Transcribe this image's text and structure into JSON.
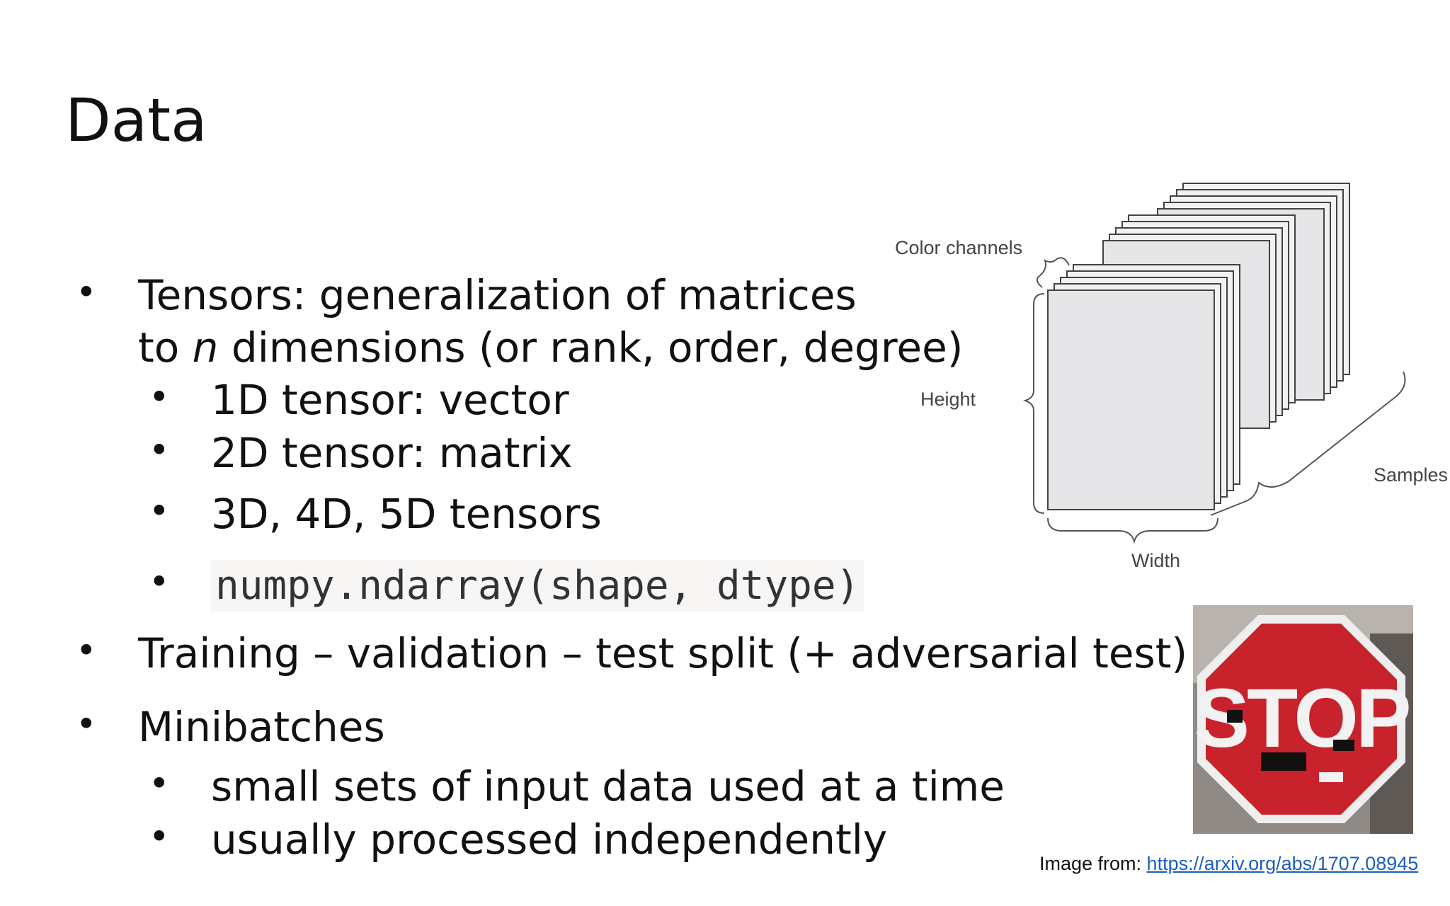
{
  "title": "Data",
  "bullets": {
    "tensors_line1": "Tensors: generalization of matrices",
    "tensors_line2_pre": "to ",
    "tensors_line2_italic": "n",
    "tensors_line2_post": " dimensions (or rank, order, degree)",
    "sub_1d": "1D tensor: vector",
    "sub_2d": "2D tensor: matrix",
    "sub_3d": "3D, 4D, 5D tensors",
    "sub_numpy": "numpy.ndarray(shape, dtype)",
    "split": "Training – validation – test split (+ adversarial test)",
    "minibatches": "Minibatches",
    "sub_small": "small sets of input data used at a time",
    "sub_indep": "usually processed independently",
    "dot": "•"
  },
  "diagram": {
    "color_channels": "Color channels",
    "height": "Height",
    "width": "Width",
    "samples": "Samples"
  },
  "stop_sign": {
    "text": "STOP"
  },
  "credit": {
    "prefix": "Image from: ",
    "link": "https://arxiv.org/abs/1707.08945"
  }
}
